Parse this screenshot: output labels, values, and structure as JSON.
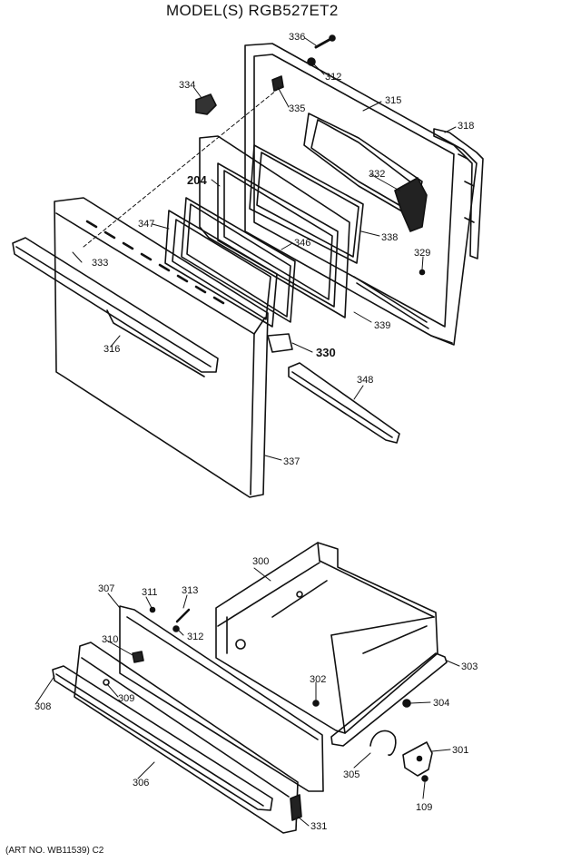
{
  "title": "MODEL(S) RGB527ET2",
  "art_number": "(ART NO. WB11539) C2",
  "parts": {
    "p336": "336",
    "p312a": "312",
    "p334": "334",
    "p335": "335",
    "p315": "315",
    "p318": "318",
    "p332": "332",
    "p204": "204",
    "p347": "347",
    "p338": "338",
    "p346": "346",
    "p329": "329",
    "p333": "333",
    "p339": "339",
    "p316": "316",
    "p330": "330",
    "p348": "348",
    "p337": "337",
    "p300": "300",
    "p307": "307",
    "p311": "311",
    "p313": "313",
    "p312b": "312",
    "p310": "310",
    "p302": "302",
    "p303": "303",
    "p308": "308",
    "p309": "309",
    "p304": "304",
    "p305": "305",
    "p301": "301",
    "p306": "306",
    "p109": "109",
    "p331": "331"
  }
}
